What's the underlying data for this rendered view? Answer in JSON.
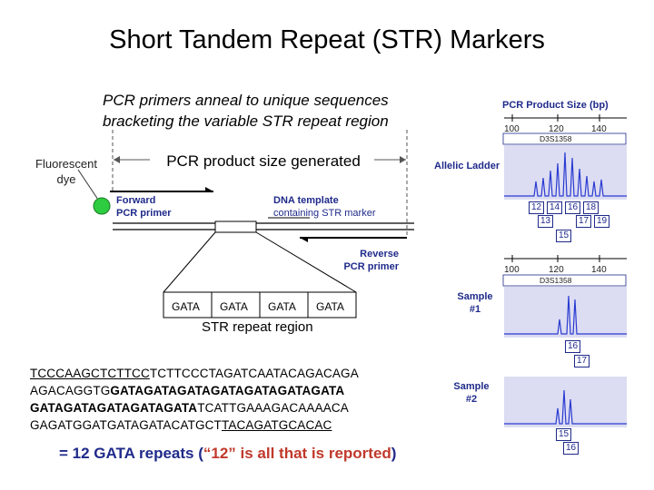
{
  "title": "Short Tandem Repeat (STR) Markers",
  "intro": {
    "line1": "PCR primers anneal to unique sequences",
    "line2": "bracketing the variable STR repeat region"
  },
  "product_size_label": "PCR product size generated",
  "fluorescent_dye": {
    "line1": "Fluorescent",
    "line2": "dye"
  },
  "forward_primer": {
    "line1": "Forward",
    "line2": "PCR primer"
  },
  "dna_template": {
    "line1": "DNA template",
    "line2": "containing STR marker"
  },
  "reverse_primer": {
    "line1": "Reverse",
    "line2": "PCR primer"
  },
  "repeat_units": [
    "GATA",
    "GATA",
    "GATA",
    "GATA"
  ],
  "str_region_label": "STR repeat region",
  "sequence": {
    "l1_u": "TCCCAAGCTCTTCC",
    "l1_rest": "TCTTCCCTAGATCAATACAGACAGA",
    "l2_a": "AGACAGGTG",
    "l2_b": "GATAGATAGATAGATAGATAGATAGATA",
    "l3_b": "GATAGATAGATAGATAGATA",
    "l3_c": "TCATTGAAAGACAAAACA",
    "l4_a": "GAGATGGATGATAGATACATGCT",
    "l4_u": "TACAGATGCACAC"
  },
  "summary": {
    "main": "= 12 GATA repeats (",
    "highlight": "“12” is all that is reported",
    "end": ")"
  },
  "electropherogram": {
    "title": "PCR Product Size (bp)",
    "ticks": [
      "100",
      "120",
      "140"
    ],
    "locus": "D3S1358",
    "allelic_ladder": "Allelic Ladder",
    "ladder_alleles_top": [
      "12",
      "14",
      "16",
      "18"
    ],
    "ladder_alleles_bottom": [
      "13",
      "17",
      "19"
    ],
    "ladder_allele_extra": "15",
    "sample1": {
      "line1": "Sample",
      "line2": "#1",
      "alleles": [
        "16",
        "17"
      ]
    },
    "sample2": {
      "line1": "Sample",
      "line2": "#2",
      "alleles": [
        "15",
        "16"
      ]
    }
  },
  "colors": {
    "accent": "#1f2a8a",
    "green": "#2ecc40",
    "highlight": "#c0392b",
    "trace": "#2a3bd1",
    "panel": "#dcdcf2"
  }
}
